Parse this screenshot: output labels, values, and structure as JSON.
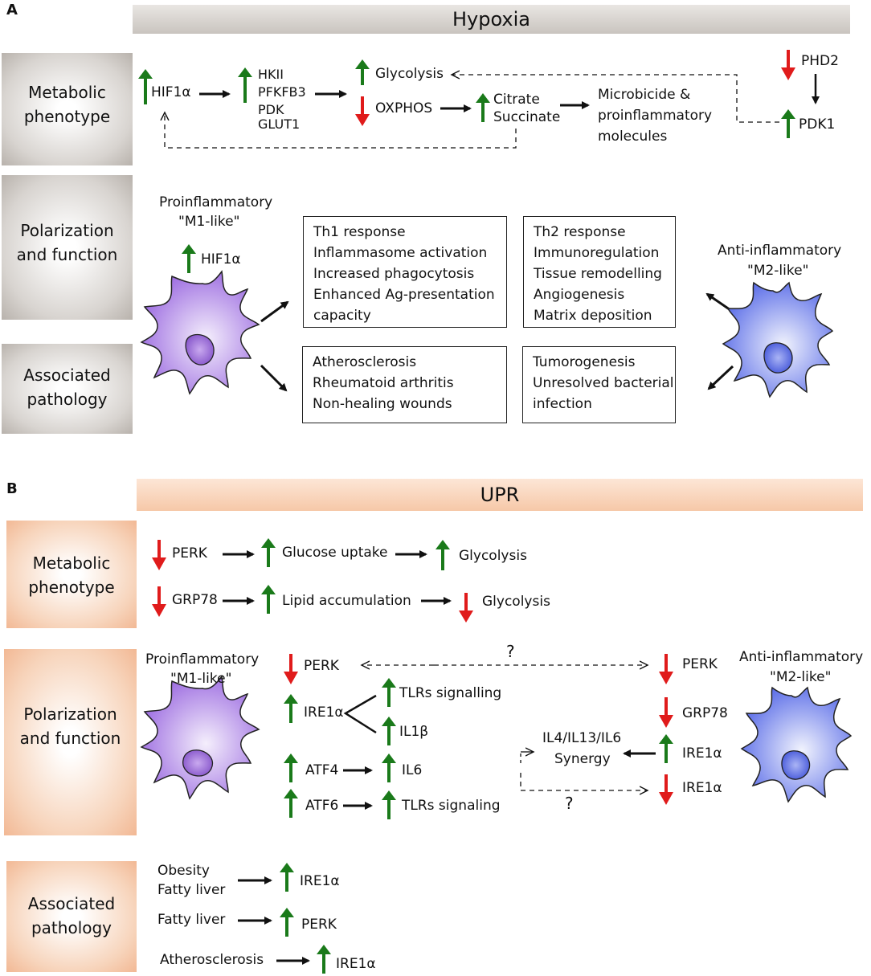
{
  "panel_a": {
    "letter": "A",
    "title": "Hypoxia",
    "rows": {
      "metabolic": "Metabolic\nphenotype",
      "polarization": "Polarization\nand function",
      "pathology": "Associated\npathology"
    },
    "metabolic": {
      "hif1a": "HIF1α",
      "hkii": "HKII",
      "pfkfb3": "PFKFB3",
      "pdk": "PDK",
      "glut1": "GLUT1",
      "glycolysis": "Glycolysis",
      "oxphos": "OXPHOS",
      "citrate": "Citrate",
      "succinate": "Succinate",
      "microbicide_1": "Microbicide &",
      "microbicide_2": "proinflammatory",
      "microbicide_3": "molecules",
      "phd2": "PHD2",
      "pdk1": "PDK1"
    },
    "m1": {
      "label_1": "Proinflammatory",
      "label_2": "\"M1-like\"",
      "marker": "HIF1α"
    },
    "m2": {
      "label_1": "Anti-inflammatory",
      "label_2": "\"M2-like\""
    },
    "m1_function": [
      "Th1 response",
      "Inflammasome activation",
      "Increased phagocytosis",
      "Enhanced Ag-presentation",
      "capacity"
    ],
    "m2_function": [
      "Th2 response",
      "Immunoregulation",
      "Tissue remodelling",
      "Angiogenesis",
      "Matrix deposition"
    ],
    "m1_pathology": [
      "Atherosclerosis",
      "Rheumatoid arthritis",
      "Non-healing wounds"
    ],
    "m2_pathology": [
      "Tumorogenesis",
      "Unresolved bacterial",
      "infection"
    ]
  },
  "panel_b": {
    "letter": "B",
    "title": "UPR",
    "rows": {
      "metabolic": "Metabolic\nphenotype",
      "polarization": "Polarization\nand function",
      "pathology": "Associated\npathology"
    },
    "metabolic": {
      "perk": "PERK",
      "glucose_uptake": "Glucose uptake",
      "glycolysis_1": "Glycolysis",
      "grp78": "GRP78",
      "lipid": "Lipid accumulation",
      "glycolysis_2": "Glycolysis"
    },
    "m1": {
      "label_1": "Proinflammatory",
      "label_2": "\"M1-like\""
    },
    "m2": {
      "label_1": "Anti-inflammatory",
      "label_2": "\"M2-like\""
    },
    "polarization": {
      "perk_left": "PERK",
      "ire1a_left": "IRE1α",
      "tlrs_signalling": "TLRs signalling",
      "il1b": "IL1β",
      "atf4": "ATF4",
      "il6": "IL6",
      "atf6": "ATF6",
      "tlrs_signaling": "TLRs signaling",
      "question_top": "?",
      "question_bottom": "?",
      "perk_right": "PERK",
      "grp78_right": "GRP78",
      "ire1a_right_up": "IRE1α",
      "ire1a_right_down": "IRE1α",
      "synergy_1": "IL4/IL13/IL6",
      "synergy_2": "Synergy"
    },
    "pathology": {
      "obesity": "Obesity",
      "fatty_liver_1": "Fatty liver",
      "ire1a_1": "IRE1α",
      "fatty_liver_2": "Fatty liver",
      "perk": "PERK",
      "atherosclerosis": "Atherosclerosis",
      "ire1a_2": "IRE1α"
    }
  },
  "colors": {
    "up_arrow": "#1a7a1a",
    "down_arrow": "#e01b1b",
    "m1_cell": "#9b6ae0",
    "m2_cell": "#5c6ee8"
  }
}
